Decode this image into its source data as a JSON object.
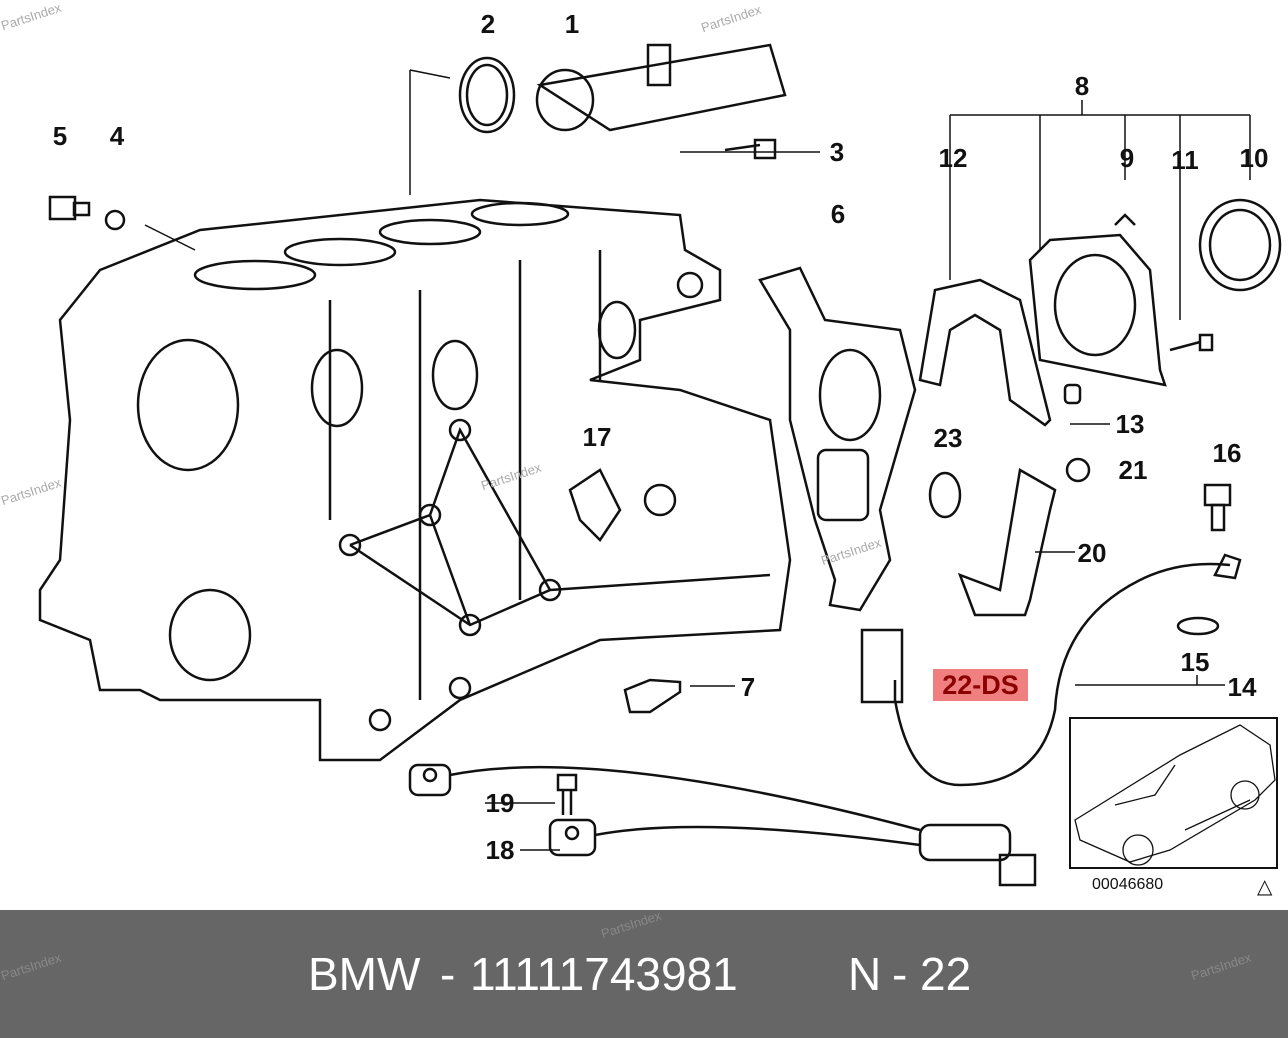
{
  "callouts": {
    "c1": "1",
    "c2": "2",
    "c3": "3",
    "c4": "4",
    "c5": "5",
    "c6": "6",
    "c7": "7",
    "c8": "8",
    "c9": "9",
    "c10": "10",
    "c11": "11",
    "c12": "12",
    "c13": "13",
    "c14": "14",
    "c15": "15",
    "c16": "16",
    "c17": "17",
    "c18": "18",
    "c19": "19",
    "c20": "20",
    "c21": "21",
    "c23": "23"
  },
  "highlight": {
    "label": "22-DS",
    "bg": "#f08080",
    "color": "#8b0000"
  },
  "diagram_code": "00046680",
  "warning_icon": "warning-triangle-icon",
  "watermark": "PartsIndex",
  "footer": {
    "brand": "BMW",
    "separator": "-",
    "part_number": "11111743981",
    "position_label": "N",
    "position_number": "22",
    "bg": "#666666"
  }
}
